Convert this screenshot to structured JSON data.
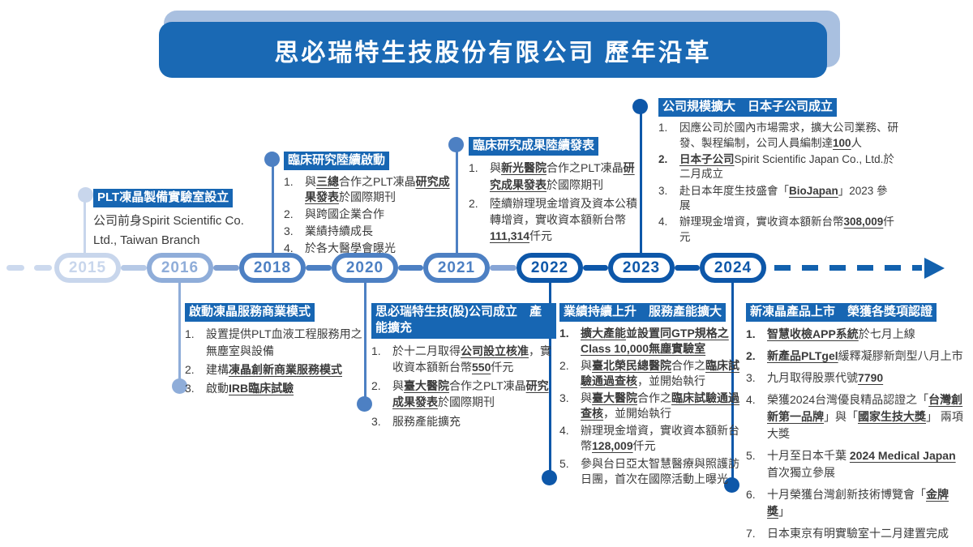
{
  "title": "思必瑞特生技股份有限公司 歷年沿革",
  "colors": {
    "title_bg": "#1a69b4",
    "title_shadow": "#a9c0e0",
    "header_bg": "#1766b3",
    "text": "#3b3b3b",
    "dash": "#ccd9ee",
    "arrow": "#1261ae"
  },
  "timeline": {
    "years": [
      {
        "label": "2015",
        "color": "#c8d6ec"
      },
      {
        "label": "2016",
        "color": "#8fadd9"
      },
      {
        "label": "2018",
        "color": "#4d80c3"
      },
      {
        "label": "2020",
        "color": "#4d80c3"
      },
      {
        "label": "2021",
        "color": "#4d80c3"
      },
      {
        "label": "2022",
        "color": "#0d57a9"
      },
      {
        "label": "2023",
        "color": "#0d57a9"
      },
      {
        "label": "2024",
        "color": "#0d57a9"
      }
    ],
    "seg_colors": [
      "#b6c9e6",
      "#7f9fd0",
      "#4d80c3",
      "#4d80c3",
      "#87a5d6",
      "#0d57a9",
      "#0d57a9"
    ]
  },
  "blocks": [
    {
      "year": "2015",
      "title": "PLT凍晶製備實驗室設立",
      "body": "公司前身Spirit Scientific Co. Ltd., Taiwan Branch"
    },
    {
      "year": "2016",
      "title": "啟動凍晶服務商業模式",
      "items": [
        {
          "text": "設置提供PLT血液工程服務用之無塵室與設備"
        },
        {
          "text": "建構__凍晶創新商業服務模式__"
        },
        {
          "text": "啟動__IRB臨床試驗__"
        }
      ]
    },
    {
      "year": "2018",
      "title": "臨床研究陸續啟動",
      "items": [
        {
          "text": "與__三總__合作之PLT凍晶__研究成果發表__於國際期刊"
        },
        {
          "text": "與跨國企業合作"
        },
        {
          "text": "業績持續成長"
        },
        {
          "text": "於各大醫學會曝光"
        }
      ]
    },
    {
      "year": "2020",
      "title": "思必瑞特生技(股)公司成立　產能擴充",
      "items": [
        {
          "text": "於十二月取得__公司設立核准__，實收資本額新台幣__550__仟元"
        },
        {
          "text": "與__臺大醫院__合作之PLT凍晶__研究成果發表__於國際期刊"
        },
        {
          "text": "服務產能擴充"
        }
      ]
    },
    {
      "year": "2021",
      "title": "臨床研究成果陸續發表",
      "items": [
        {
          "text": "與__新光醫院__合作之PLT凍晶__研究成果發表__於國際期刊"
        },
        {
          "text": "陸續辦理現金增資及資本公積轉增資，實收資本額新台幣__111,314__仟元"
        }
      ]
    },
    {
      "year": "2022",
      "title": "業績持續上升　服務產能擴大",
      "items": [
        {
          "text": "__擴大產能__並設置__同GTP規格之Class 10,000無塵實驗室__",
          "bold": true
        },
        {
          "text": "與__臺北榮民總醫院__合作之__臨床試驗通過查核__，並開始執行"
        },
        {
          "text": "與__臺大醫院__合作之__臨床試驗通過查核__，並開始執行"
        },
        {
          "text": "辦理現金增資，實收資本額新台幣__128,009__仟元"
        },
        {
          "text": "參與台日亞太智慧醫療與照護訪日團，首次在國際活動上曝光"
        }
      ]
    },
    {
      "year": "2023",
      "title": "公司規模擴大　日本子公司成立",
      "items": [
        {
          "text": "因應公司於國內市場需求，擴大公司業務、研發、製程編制，公司人員編制達__100__人"
        },
        {
          "text": "__日本子公司__Spirit Scientific Japan Co., Ltd.於二月成立",
          "num_bold": true
        },
        {
          "text": "赴日本年度生技盛會「__BioJapan__」2023 參展"
        },
        {
          "text": "辦理現金增資，實收資本額新台幣__308,009__仟元"
        }
      ]
    },
    {
      "year": "2024",
      "title": "新凍晶產品上市　榮獲各獎項認證",
      "items": [
        {
          "text": "__智慧收檢APP系統__於七月上線",
          "num_bold": true
        },
        {
          "text": "__新產品PLTgel__緩釋凝膠新劑型八月上市",
          "num_bold": true
        },
        {
          "text": "九月取得股票代號__7790__"
        },
        {
          "text": "榮獲2024台灣優良精品認證之「__台灣創新第一品牌__」與「__國家生技大獎__」 兩項大獎"
        },
        {
          "text": "十月至日本千葉 __2024 Medical Japan__ 首次獨立參展"
        },
        {
          "text": "十月榮獲台灣創新技術博覽會「__金牌獎__」"
        },
        {
          "text": "日本東京有明實驗室十二月建置完成"
        }
      ]
    }
  ]
}
